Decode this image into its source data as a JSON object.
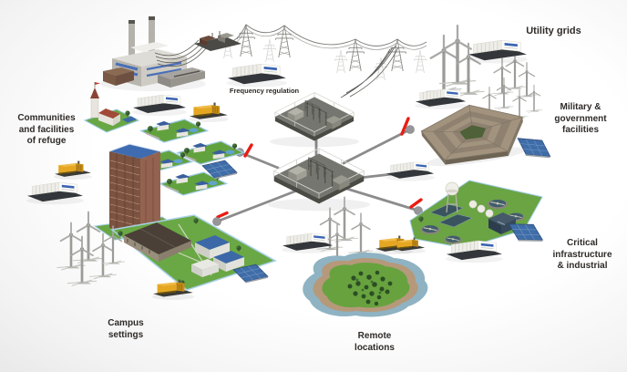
{
  "diagram": {
    "kind": "isometric microgrid network illustration",
    "labels": {
      "utility_grids": {
        "lines": [
          "Utility grids"
        ]
      },
      "frequency_regulation": {
        "lines": [
          "Frequency regulation"
        ]
      },
      "military": {
        "lines": [
          "Military &",
          "government",
          "facilities"
        ]
      },
      "critical": {
        "lines": [
          "Critical",
          "infrastructure",
          "& industrial"
        ]
      },
      "remote": {
        "lines": [
          "Remote",
          "locations"
        ]
      },
      "campus": {
        "lines": [
          "Campus",
          "settings"
        ]
      },
      "communities": {
        "lines": [
          "Communities",
          "and facilities",
          "of refuge"
        ]
      }
    },
    "clusters": {
      "utility_grids": [
        "power-plant",
        "transmission-towers",
        "wind-turbines",
        "battery-container"
      ],
      "frequency_regulation": [
        "battery-container"
      ],
      "military": [
        "pentagon-building",
        "wind-turbines",
        "solar-array",
        "battery-container"
      ],
      "critical": [
        "water-treatment-plant",
        "solar-array",
        "genset-container",
        "generator"
      ],
      "remote": [
        "island",
        "wind-turbines",
        "genset-container",
        "generator"
      ],
      "campus": [
        "campus-buildings",
        "wind-turbines",
        "generator",
        "solar-array"
      ],
      "communities": [
        "church",
        "apartment-tower",
        "house-blocks",
        "genset-container",
        "generator",
        "solar-array"
      ]
    },
    "connections": [
      {
        "from": "central-substation",
        "to": "upper-substation",
        "open_switch": false
      },
      {
        "from": "central-substation",
        "to": "communities",
        "open_switch": true
      },
      {
        "from": "central-substation",
        "to": "campus",
        "open_switch": true
      },
      {
        "from": "central-substation",
        "to": "military",
        "open_switch": true
      },
      {
        "from": "central-substation",
        "to": "critical",
        "open_switch": true
      },
      {
        "from": "central-substation",
        "to": "battery-container",
        "open_switch": false
      }
    ],
    "palette": {
      "connection_line": "#8c8c8c",
      "open_switch_red": "#ea1c12",
      "node_dot": "#96969a",
      "label_text": "#2e2a27",
      "generator_yellow": "#e5a722",
      "grass_green": "#6aa845",
      "water_blue": "#8fb3c2",
      "solar_blue": "#3f6da8",
      "container_white": "#eeede8",
      "background": "#ffffff"
    }
  }
}
